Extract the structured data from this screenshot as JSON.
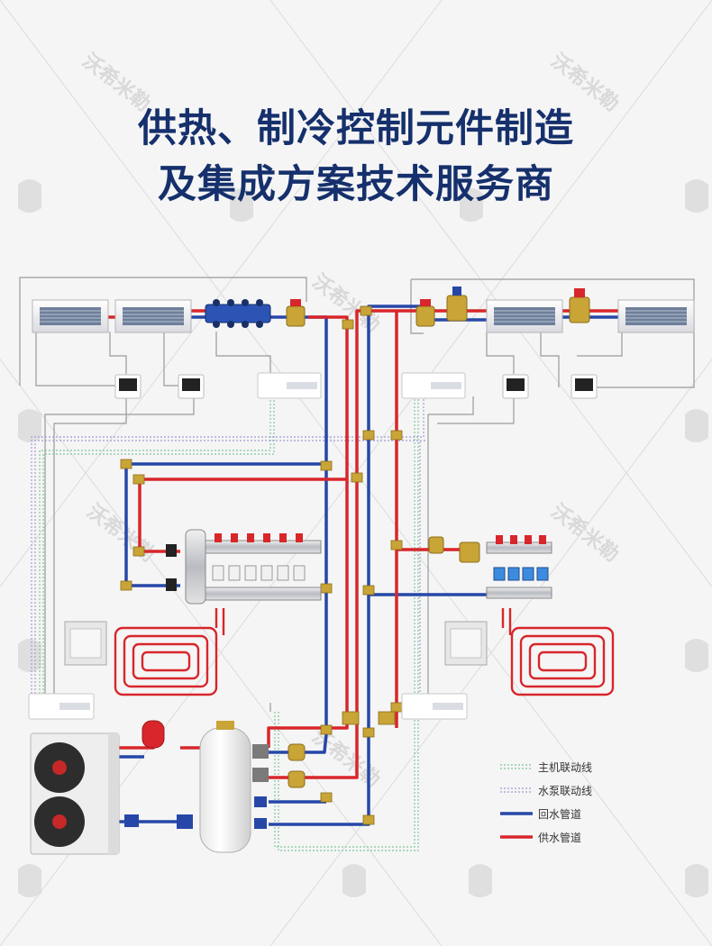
{
  "title": {
    "line1": "供热、制冷控制元件制造",
    "line2": "及集成方案技术服务商"
  },
  "watermark": {
    "text": "沃希米勒"
  },
  "legend": {
    "items": [
      {
        "label": "主机联动线",
        "color": "#7ec79a",
        "style": "dotted-double"
      },
      {
        "label": "水泵联动线",
        "color": "#a59bd6",
        "style": "dotted-double"
      },
      {
        "label": "回水管道",
        "color": "#2747a8",
        "style": "solid"
      },
      {
        "label": "供水管道",
        "color": "#d8262b",
        "style": "solid"
      }
    ]
  },
  "colors": {
    "title": "#15306c",
    "supply_pipe": "#d8262b",
    "return_pipe": "#2747a8",
    "host_link": "#7ec79a",
    "pump_link": "#a59bd6",
    "valve_brass": "#c9a436"
  }
}
